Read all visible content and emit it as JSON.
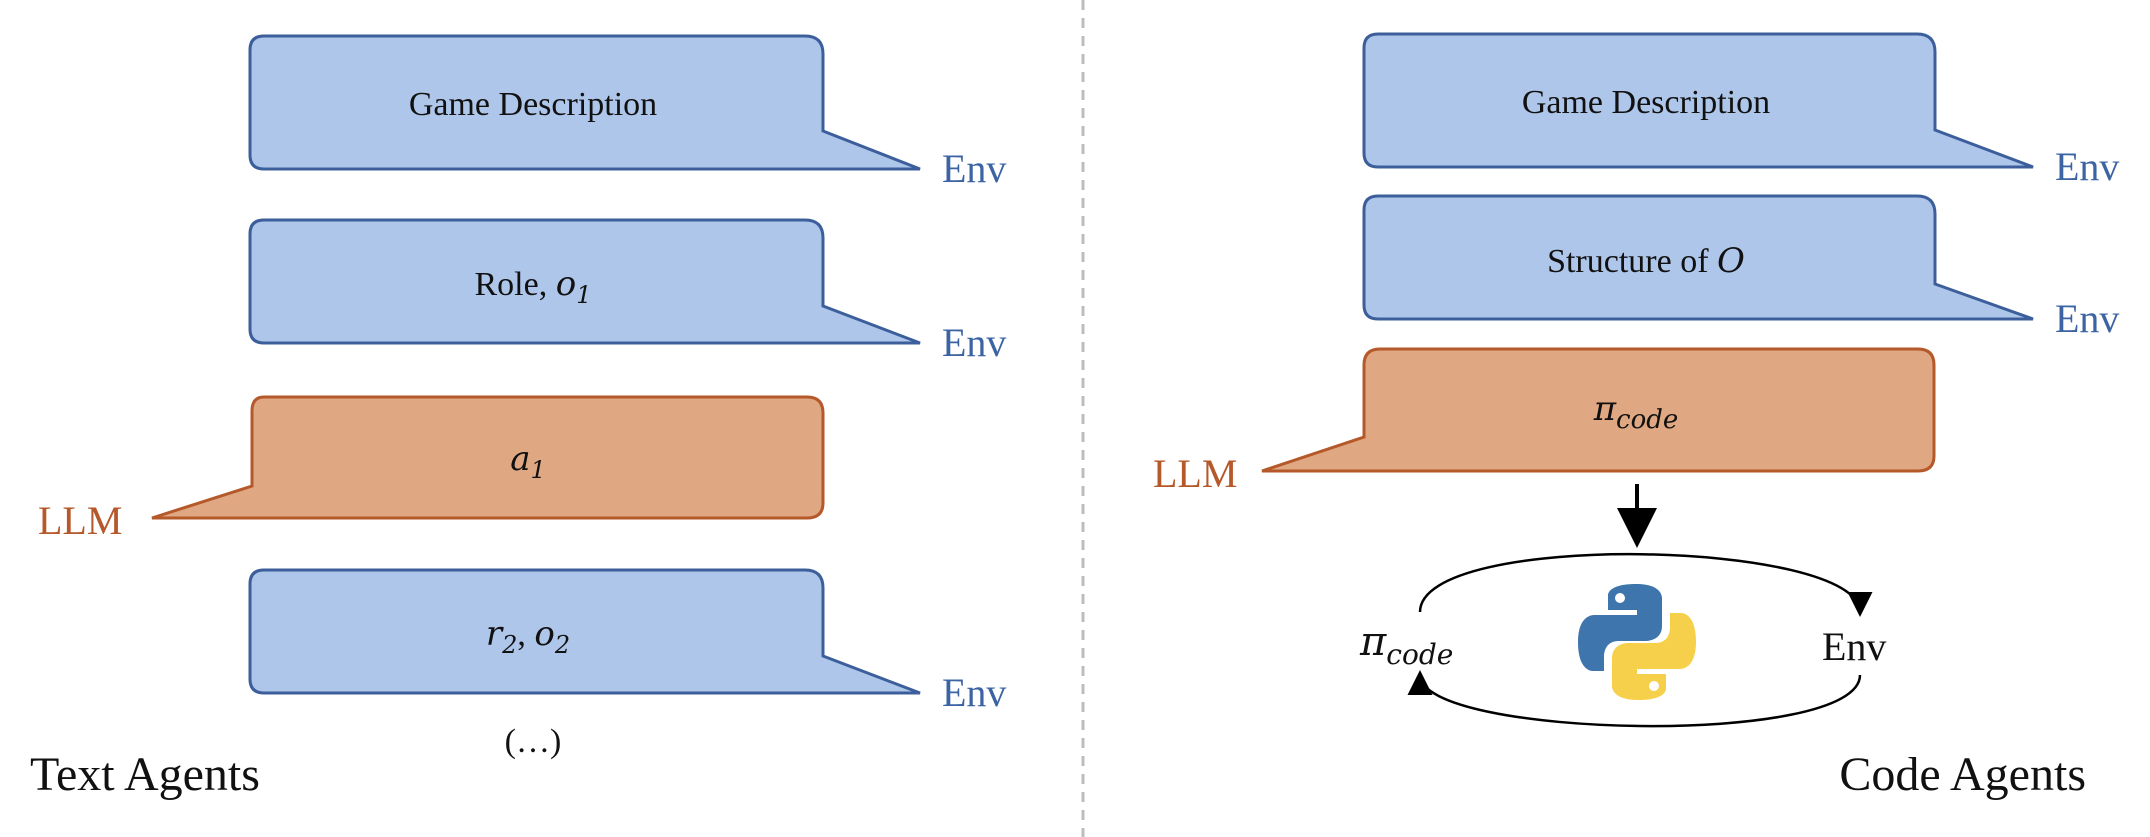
{
  "colors": {
    "env_fill": "#aec6ea",
    "env_stroke": "#3c5f9c",
    "env_text": "#3c64a4",
    "llm_fill": "#dfa882",
    "llm_stroke": "#b5582a",
    "llm_text": "#b5582a",
    "divider": "#bdbdbd",
    "python_blue": "#3e75ac",
    "python_yellow": "#f7d04b"
  },
  "text_agents": {
    "title": "Text Agents",
    "messages": [
      {
        "speaker": "Env",
        "text": "Game Description"
      },
      {
        "speaker": "Env",
        "text": "Role, ",
        "math_base": "o",
        "math_sub": "1"
      },
      {
        "speaker": "LLM",
        "math_base": "a",
        "math_sub": "1"
      },
      {
        "speaker": "Env",
        "math_base": "r",
        "math_sub": "2",
        "math_sep": ", ",
        "math_base2": "o",
        "math_sub2": "2"
      }
    ],
    "ellipsis": "(…)"
  },
  "code_agents": {
    "title": "Code Agents",
    "messages": [
      {
        "speaker": "Env",
        "text": "Game Description"
      },
      {
        "speaker": "Env",
        "text": "Structure of ",
        "math": "O"
      },
      {
        "speaker": "LLM",
        "math_base": "π",
        "math_sub": "code"
      }
    ],
    "loop": {
      "left_base": "π",
      "left_sub": "code",
      "right": "Env",
      "icon": "python-logo-icon"
    }
  }
}
